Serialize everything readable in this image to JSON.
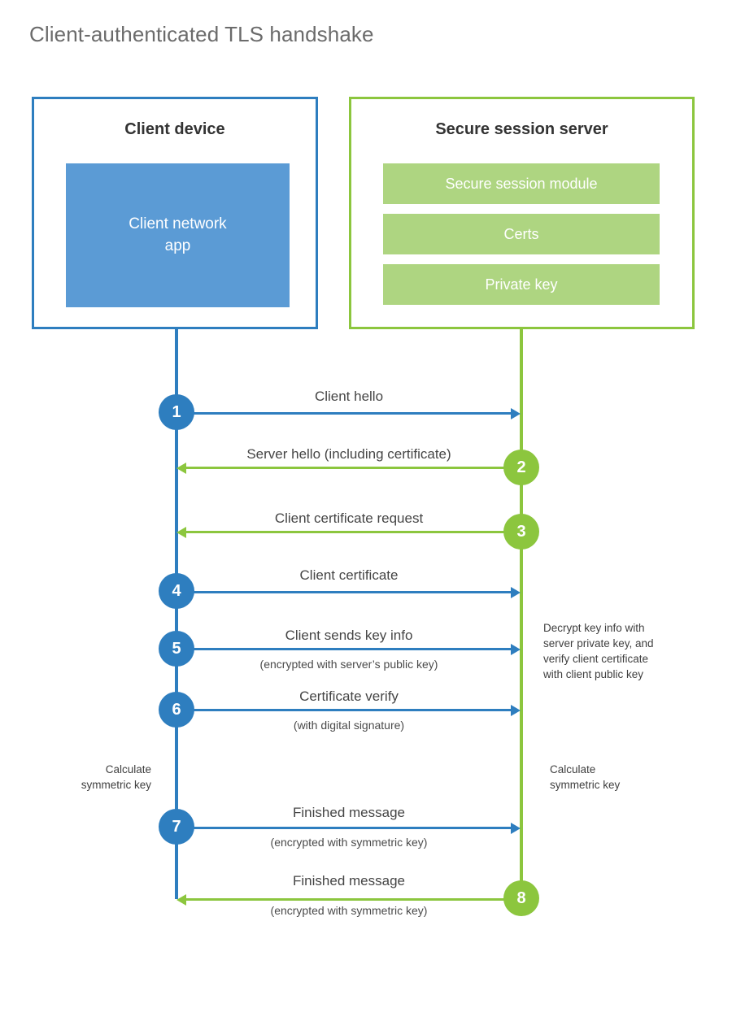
{
  "page_title": "Client-authenticated TLS handshake",
  "colors": {
    "client_accent": "#2e7ebf",
    "server_accent": "#8cc63e",
    "client_app_fill": "#5b9bd5",
    "server_block_fill": "#aed581",
    "title_text": "#6b6b6b",
    "body_text": "#454545",
    "background": "#ffffff"
  },
  "actors": {
    "client": {
      "title": "Client device",
      "blocks": [
        {
          "label": "Client network\napp"
        }
      ]
    },
    "server": {
      "title": "Secure session server",
      "blocks": [
        {
          "label": "Secure session module"
        },
        {
          "label": "Certs"
        },
        {
          "label": "Private key"
        }
      ]
    }
  },
  "messages": [
    {
      "step": "1",
      "label": "Client hello",
      "sublabel": "",
      "direction": "client-to-server",
      "origin": "client"
    },
    {
      "step": "2",
      "label": "Server hello (including certificate)",
      "sublabel": "",
      "direction": "server-to-client",
      "origin": "server"
    },
    {
      "step": "3",
      "label": "Client certificate request",
      "sublabel": "",
      "direction": "server-to-client",
      "origin": "server"
    },
    {
      "step": "4",
      "label": "Client certificate",
      "sublabel": "",
      "direction": "client-to-server",
      "origin": "client"
    },
    {
      "step": "5",
      "label": "Client sends key info",
      "sublabel": "(encrypted with server’s public key)",
      "direction": "client-to-server",
      "origin": "client"
    },
    {
      "step": "6",
      "label": "Certificate verify",
      "sublabel": "(with digital signature)",
      "direction": "client-to-server",
      "origin": "client"
    },
    {
      "step": "7",
      "label": "Finished message",
      "sublabel": "(encrypted with symmetric key)",
      "direction": "client-to-server",
      "origin": "client"
    },
    {
      "step": "8",
      "label": "Finished message",
      "sublabel": "(encrypted with symmetric key)",
      "direction": "server-to-client",
      "origin": "server"
    }
  ],
  "notes": {
    "decrypt": "Decrypt key info with\nserver private key, and\nverify client certificate\nwith client public key",
    "calculate_symmetric_key_client": "Calculate\nsymmetric key",
    "calculate_symmetric_key_server": "Calculate\nsymmetric key"
  }
}
